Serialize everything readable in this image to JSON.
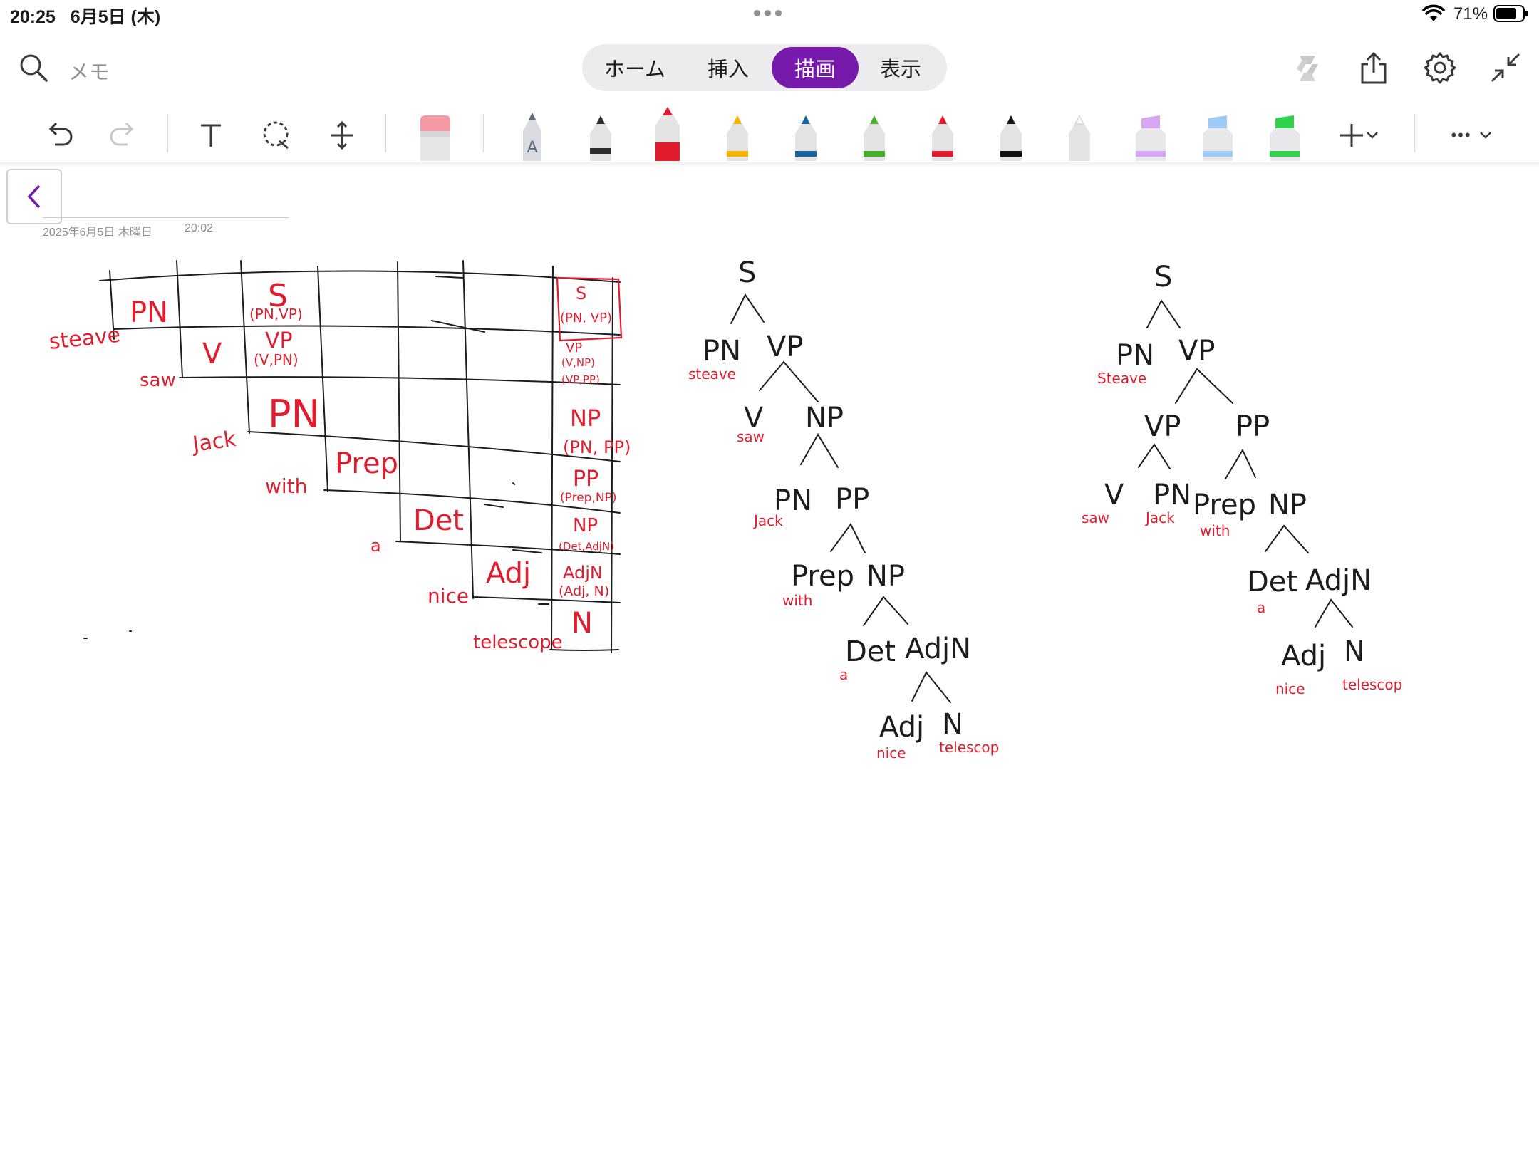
{
  "status_bar": {
    "time": "20:25",
    "date": "6月5日 (木)",
    "battery": "71%"
  },
  "header": {
    "title": "メモ",
    "tabs": [
      {
        "label": "ホーム",
        "active": false
      },
      {
        "label": "挿入",
        "active": false
      },
      {
        "label": "描画",
        "active": true
      },
      {
        "label": "表示",
        "active": false
      }
    ],
    "icons": [
      "copilot-icon",
      "share-icon",
      "settings-icon",
      "collapse-icon"
    ]
  },
  "toolbar": {
    "tools": [
      "undo-icon",
      "redo-icon",
      "text-icon",
      "lasso-icon",
      "insert-space-icon",
      "eraser-icon"
    ],
    "pens": [
      {
        "kind": "pencil",
        "color": "#5f6b7a",
        "glyph": "A"
      },
      {
        "kind": "pen",
        "color": "#2d2d2d"
      },
      {
        "kind": "marker",
        "color": "#e11d2d"
      },
      {
        "kind": "pen",
        "color": "#f5b400"
      },
      {
        "kind": "pen",
        "color": "#15629f"
      },
      {
        "kind": "pen",
        "color": "#43b02a"
      },
      {
        "kind": "pen",
        "color": "#e11d2d"
      },
      {
        "kind": "pen",
        "color": "#111111"
      },
      {
        "kind": "pen",
        "color": "#f2f2f2"
      },
      {
        "kind": "highlighter",
        "color": "#d6a6f2"
      },
      {
        "kind": "highlighter",
        "color": "#9ecbf5"
      },
      {
        "kind": "highlighter",
        "color": "#2fd24a"
      }
    ],
    "add_label": "+",
    "more_label": "•••"
  },
  "page": {
    "date": "2025年6月5日 木曜日",
    "time": "20:02"
  },
  "ink": {
    "grid_words": [
      "steave",
      "saw",
      "Jack",
      "with",
      "a",
      "nice",
      "telescope"
    ],
    "grid_diagonal": [
      "PN",
      "V",
      "PN",
      "Prep",
      "Det",
      "Adj",
      "N"
    ],
    "grid_row1_col3": [
      "S",
      "(PN,VP)"
    ],
    "grid_row2_col3": [
      "VP",
      "(V,PN)"
    ],
    "grid_last_col": [
      [
        "S",
        "(PN, VP)"
      ],
      [
        "VP",
        "(V,NP)",
        "(VP,PP)"
      ],
      [
        "NP",
        "(PN, PP)"
      ],
      [
        "PP",
        "(Prep,NP)"
      ],
      [
        "NP",
        "(Det,AdjN)"
      ],
      [
        "AdjN",
        "(Adj, N)"
      ],
      [
        "N"
      ]
    ],
    "tree1": {
      "nodes": [
        "S",
        "PN",
        "VP",
        "V",
        "NP",
        "PN",
        "PP",
        "Prep",
        "NP",
        "Det",
        "AdjN",
        "Adj",
        "N"
      ],
      "words": [
        "steave",
        "saw",
        "Jack",
        "with",
        "a",
        "nice",
        "telescop"
      ]
    },
    "tree2": {
      "nodes": [
        "S",
        "PN",
        "VP",
        "VP",
        "PP",
        "V",
        "PN",
        "Prep",
        "NP",
        "Det",
        "AdjN",
        "Adj",
        "N"
      ],
      "words": [
        "Steave",
        "saw",
        "Jack",
        "with",
        "a",
        "nice",
        "telescop"
      ]
    },
    "colors": {
      "black": "#1c1c1e",
      "red": "#e11d2d"
    }
  }
}
